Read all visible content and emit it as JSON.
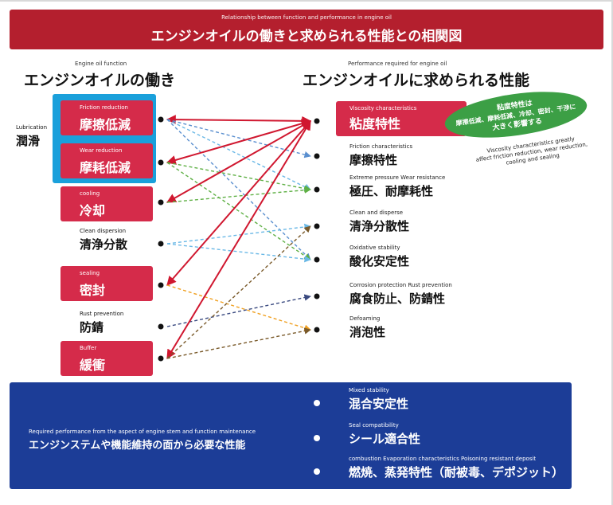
{
  "title": {
    "en": "Relationship between function and performance in engine oil",
    "jp": "エンジンオイルの働きと求められる性能との相関図"
  },
  "left_header": {
    "en": "Engine oil function",
    "jp": "エンジンオイルの働き"
  },
  "right_header": {
    "en": "Performance required for engine oil",
    "jp": "エンジンオイルに求められる性能"
  },
  "lubrication": {
    "en": "Lubrication",
    "jp": "潤滑"
  },
  "functions": [
    {
      "id": "friction_reduction",
      "en": "Friction reduction",
      "jp": "摩擦低減"
    },
    {
      "id": "wear_reduction",
      "en": "Wear reduction",
      "jp": "摩耗低減"
    },
    {
      "id": "cooling",
      "en": "cooling",
      "jp": "冷却"
    },
    {
      "id": "clean_dispersion",
      "en": "Clean dispersion",
      "jp": "清浄分散"
    },
    {
      "id": "sealing",
      "en": "sealing",
      "jp": "密封"
    },
    {
      "id": "rust_prevention",
      "en": "Rust prevention",
      "jp": "防錆"
    },
    {
      "id": "buffer",
      "en": "Buffer",
      "jp": "緩衝"
    }
  ],
  "performances": [
    {
      "id": "viscosity",
      "en": "Viscosity characteristics",
      "jp": "粘度特性"
    },
    {
      "id": "friction",
      "en": "Friction characteristics",
      "jp": "摩擦特性"
    },
    {
      "id": "extreme_pressure",
      "en": "Extreme pressure Wear resistance",
      "jp": "極圧、耐摩耗性"
    },
    {
      "id": "clean_disperse",
      "en": "Clean and disperse",
      "jp": "清浄分散性"
    },
    {
      "id": "oxidative",
      "en": "Oxidative stability",
      "jp": "酸化安定性"
    },
    {
      "id": "corrosion",
      "en": "Corrosion protection Rust prevention",
      "jp": "腐食防止、防錆性"
    },
    {
      "id": "defoaming",
      "en": "Defoaming",
      "jp": "消泡性"
    }
  ],
  "callout": {
    "line1": "粘度特性は",
    "line2": "摩擦低減、摩耗低減、冷却、密封、干渉に",
    "line3": "大きく影響する",
    "note_line1": "Viscosity characteristics greatly",
    "note_line2": "affect friction reduction, wear reduction,",
    "note_line3": "cooling and sealing"
  },
  "bottom": {
    "left_en": "Required performance from the aspect of engine stem and function maintenance",
    "left_jp": "エンジンステムや機能維持の面から必要な性能",
    "items": [
      {
        "en": "Mixed stability",
        "jp": "混合安定性"
      },
      {
        "en": "Seal compatibility",
        "jp": "シール適合性"
      },
      {
        "en": "combustion Evaporation characteristics Poisoning resistant deposit",
        "jp": "燃焼、蒸発特性（耐被毒、デポジット）"
      }
    ]
  },
  "colors": {
    "banner": "#b41f2e",
    "function_box": "#d52b4a",
    "lubrication_group": "#1aa0db",
    "bottom_panel": "#1c3d97",
    "callout": "#3c9f45",
    "arrow_red": "#d0172f",
    "arrow_blue": "#5a8fcf",
    "arrow_lightblue": "#6ab8e6",
    "arrow_green": "#5fb045",
    "arrow_orange": "#f0a020",
    "arrow_navy": "#3a4a80",
    "arrow_brown": "#7a5a2a"
  },
  "connections": [
    {
      "from": "friction_reduction",
      "to": "viscosity",
      "style": "solid",
      "color": "arrow_red",
      "bidirectional": true
    },
    {
      "from": "friction_reduction",
      "to": "friction",
      "style": "dashed",
      "color": "arrow_blue"
    },
    {
      "from": "friction_reduction",
      "to": "extreme_pressure",
      "style": "dashed",
      "color": "arrow_lightblue"
    },
    {
      "from": "friction_reduction",
      "to": "oxidative",
      "style": "dashed",
      "color": "arrow_blue"
    },
    {
      "from": "wear_reduction",
      "to": "viscosity",
      "style": "solid",
      "color": "arrow_red",
      "bidirectional": true
    },
    {
      "from": "wear_reduction",
      "to": "extreme_pressure",
      "style": "dashed",
      "color": "arrow_green"
    },
    {
      "from": "wear_reduction",
      "to": "oxidative",
      "style": "dashed",
      "color": "arrow_green"
    },
    {
      "from": "cooling",
      "to": "viscosity",
      "style": "solid",
      "color": "arrow_red",
      "bidirectional": true
    },
    {
      "from": "cooling",
      "to": "extreme_pressure",
      "style": "dashed",
      "color": "arrow_green"
    },
    {
      "from": "clean_dispersion",
      "to": "clean_disperse",
      "style": "dashed",
      "color": "arrow_lightblue"
    },
    {
      "from": "clean_dispersion",
      "to": "oxidative",
      "style": "dashed",
      "color": "arrow_lightblue"
    },
    {
      "from": "sealing",
      "to": "viscosity",
      "style": "solid",
      "color": "arrow_red",
      "bidirectional": true
    },
    {
      "from": "sealing",
      "to": "defoaming",
      "style": "dashed",
      "color": "arrow_orange"
    },
    {
      "from": "rust_prevention",
      "to": "corrosion",
      "style": "dashed",
      "color": "arrow_navy"
    },
    {
      "from": "buffer",
      "to": "viscosity",
      "style": "solid",
      "color": "arrow_red",
      "bidirectional": true
    },
    {
      "from": "buffer",
      "to": "clean_disperse",
      "style": "dashed",
      "color": "arrow_brown"
    },
    {
      "from": "buffer",
      "to": "defoaming",
      "style": "dashed",
      "color": "arrow_brown"
    }
  ]
}
